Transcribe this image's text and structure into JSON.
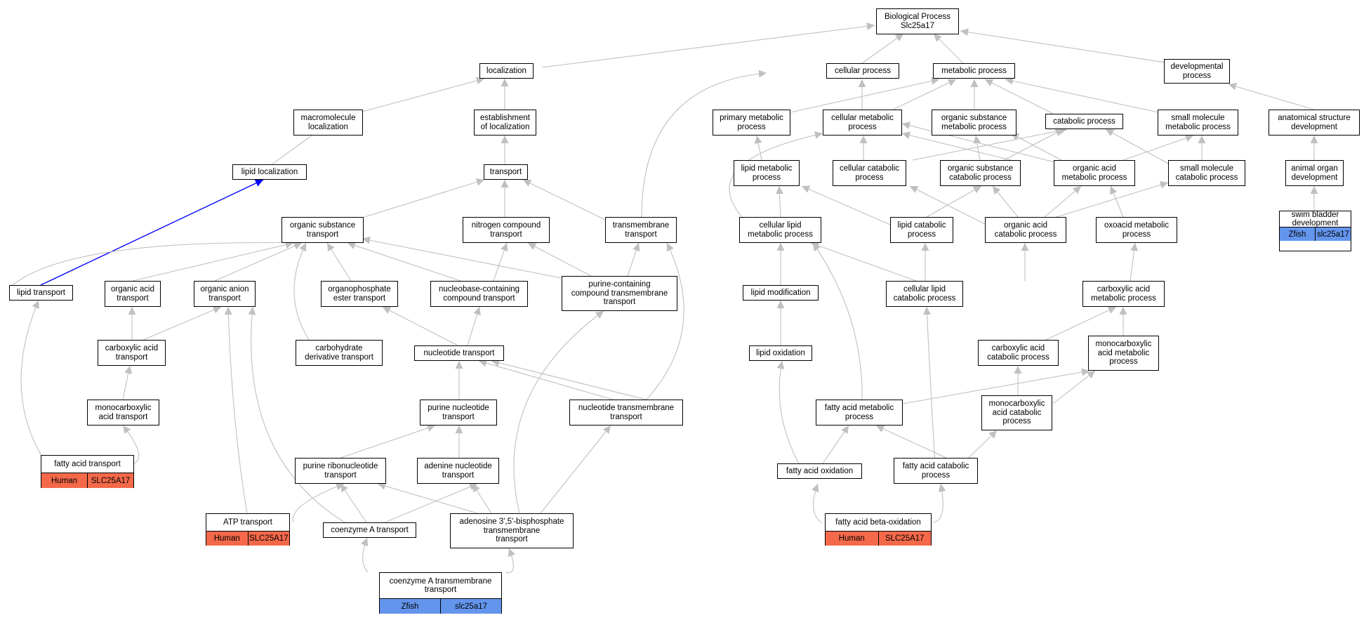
{
  "colors": {
    "edge": "#c0c0c0",
    "highlight_edge": "#0000ff",
    "human": "#f4694a",
    "zfish": "#6495ed"
  },
  "nodes": {
    "biological_process": "Biological Process\nSlc25a17",
    "localization": "localization",
    "cellular_process": "cellular process",
    "metabolic_process": "metabolic process",
    "developmental_process": "developmental\nprocess",
    "macromolecule_localization": "macromolecule\nlocalization",
    "establishment_of_localization": "establishment\nof localization",
    "primary_metabolic_process": "primary metabolic\nprocess",
    "cellular_metabolic_process": "cellular metabolic\nprocess",
    "organic_substance_metabolic_process": "organic substance\nmetabolic process",
    "catabolic_process": "catabolic process",
    "small_molecule_metabolic_process": "small molecule\nmetabolic process",
    "anatomical_structure_development": "anatomical structure\ndevelopment",
    "lipid_localization": "lipid localization",
    "transport": "transport",
    "lipid_metabolic_process": "lipid metabolic\nprocess",
    "cellular_catabolic_process": "cellular catabolic\nprocess",
    "organic_substance_catabolic_process": "organic substance\ncatabolic process",
    "organic_acid_metabolic_process": "organic acid\nmetabolic process",
    "small_molecule_catabolic_process": "small molecule\ncatabolic process",
    "animal_organ_development": "animal organ\ndevelopment",
    "organic_substance_transport": "organic substance\ntransport",
    "nitrogen_compound_transport": "nitrogen compound\ntransport",
    "transmembrane_transport": "transmembrane\ntransport",
    "cellular_lipid_metabolic_process": "cellular lipid\nmetabolic process",
    "lipid_catabolic_process": "lipid catabolic\nprocess",
    "organic_acid_catabolic_process": "organic acid\ncatabolic process",
    "oxoacid_metabolic_process": "oxoacid metabolic\nprocess",
    "lipid_transport": "lipid transport",
    "organic_acid_transport": "organic acid\ntransport",
    "organic_anion_transport": "organic anion\ntransport",
    "organophosphate_ester_transport": "organophosphate\nester transport",
    "nucleobase_containing_compound_transport": "nucleobase-containing\ncompound transport",
    "purine_containing_compound_transmembrane_transport": "purine-containing\ncompound transmembrane\ntransport",
    "lipid_modification": "lipid modification",
    "cellular_lipid_catabolic_process": "cellular lipid\ncatabolic process",
    "carboxylic_acid_metabolic_process": "carboxylic acid\nmetabolic process",
    "carboxylic_acid_transport": "carboxylic acid\ntransport",
    "carbohydrate_derivative_transport": "carbohydrate\nderivative transport",
    "nucleotide_transport": "nucleotide transport",
    "lipid_oxidation": "lipid oxidation",
    "carboxylic_acid_catabolic_process": "carboxylic acid\ncatabolic process",
    "monocarboxylic_acid_metabolic_process": "monocarboxylic\nacid metabolic\nprocess",
    "monocarboxylic_acid_transport": "monocarboxylic\nacid transport",
    "purine_nucleotide_transport": "purine nucleotide\ntransport",
    "nucleotide_transmembrane_transport": "nucleotide transmembrane\ntransport",
    "fatty_acid_metabolic_process": "fatty acid metabolic\nprocess",
    "monocarboxylic_acid_catabolic_process": "monocarboxylic\nacid catabolic\nprocess",
    "purine_ribonucleotide_transport": "purine ribonucleotide\ntransport",
    "adenine_nucleotide_transport": "adenine nucleotide\ntransport",
    "fatty_acid_oxidation": "fatty acid oxidation",
    "fatty_acid_catabolic_process": "fatty acid catabolic\nprocess",
    "coenzyme_a_transport": "coenzyme A transport",
    "adenosine_bisphosphate_transmembrane_transport": "adenosine 3',5'-bisphosphate\ntransmembrane\ntransport"
  },
  "annotated": {
    "swim_bladder_development": {
      "label": "swim bladder\ndevelopment",
      "species": "Zfish",
      "gene": "slc25a17"
    },
    "fatty_acid_transport": {
      "label": "fatty acid transport",
      "species": "Human",
      "gene": "SLC25A17"
    },
    "atp_transport": {
      "label": "ATP transport",
      "species": "Human",
      "gene": "SLC25A17"
    },
    "fatty_acid_beta_oxidation": {
      "label": "fatty acid beta-oxidation",
      "species": "Human",
      "gene": "SLC25A17"
    },
    "coenzyme_a_transmembrane_transport": {
      "label": "coenzyme A transmembrane\ntransport",
      "species": "Zfish",
      "gene": "slc25a17"
    }
  }
}
